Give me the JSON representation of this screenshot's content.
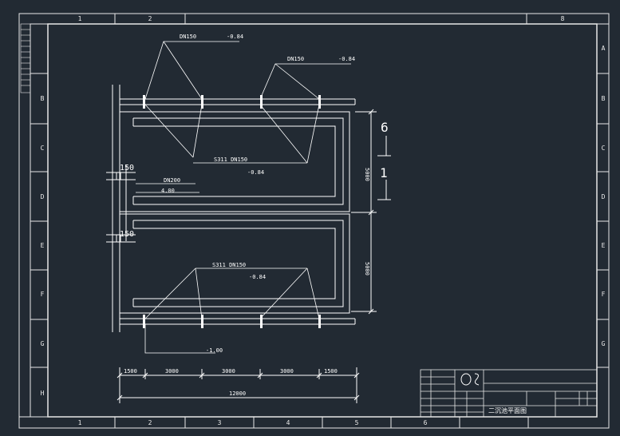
{
  "colors": {
    "background": "#222a33",
    "line": "#ffffff",
    "frame": "#e8e8e8"
  },
  "grid": {
    "columns_top": [
      "1",
      "2",
      "",
      "",
      "",
      "",
      "",
      "8"
    ],
    "columns_bottom": [
      "1",
      "2",
      "3",
      "4",
      "5",
      "6"
    ],
    "rows_left": [
      "B",
      "C",
      "D",
      "E",
      "F",
      "G",
      "H"
    ],
    "rows_right": [
      "A",
      "B",
      "C",
      "D",
      "E",
      "F",
      "G"
    ]
  },
  "labels": {
    "top_left_pipe": "DN150",
    "top_left_elev": "-0.84",
    "top_right_pipe": "DN150",
    "top_right_elev": "-0.84",
    "upper_pipe": "S311 DN150",
    "upper_elev": "-0.84",
    "inlet_dn": "DN200",
    "inlet_elev": "4.00",
    "inlet_size_1": "150",
    "inlet_size_2": "150",
    "lower_pipe": "S311 DN150",
    "lower_elev": "-0.84",
    "bottom_elev": "-1.00",
    "section_1": "6",
    "section_2": "1",
    "dim_right_1": "5000",
    "dim_right_2": "5000",
    "dim_segments": [
      "1500",
      "3000",
      "3000",
      "3000",
      "1500"
    ],
    "dim_total": "12000"
  },
  "title_block": {
    "drawing_title": "二沉池平面图"
  }
}
